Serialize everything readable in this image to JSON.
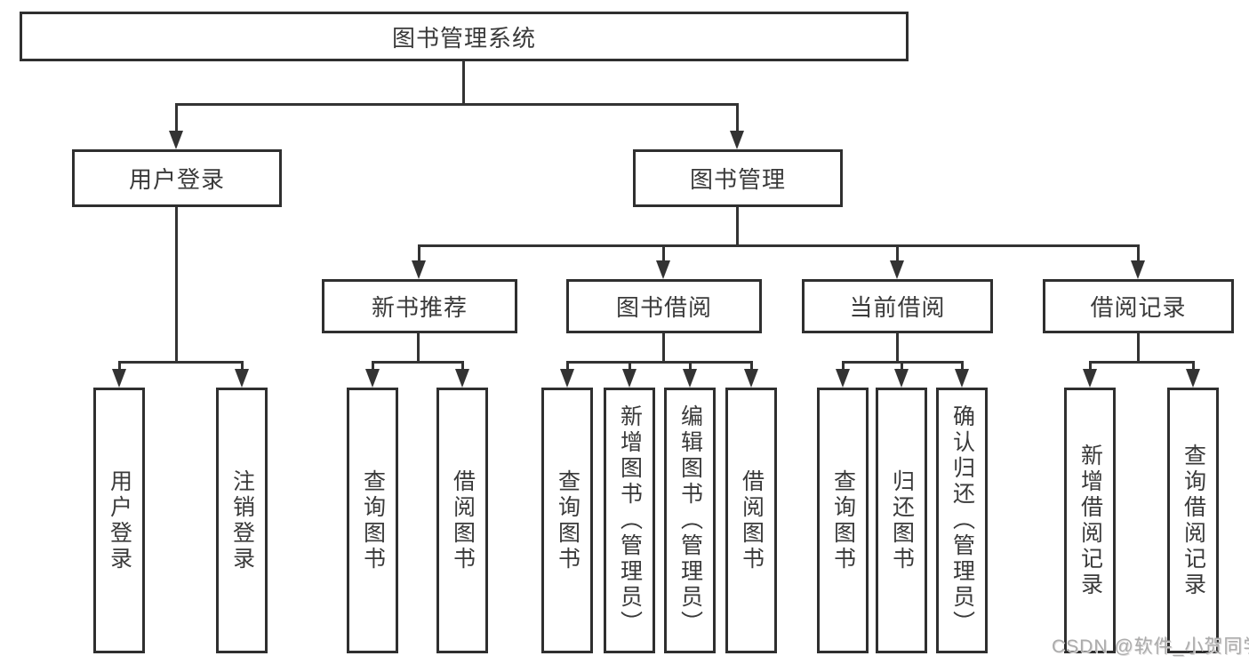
{
  "diagram": {
    "title": "图书管理系统",
    "line_color": "#333333",
    "border_color": "#2f2f2f",
    "background_color": "#ffffff",
    "branches": {
      "user_login": {
        "label": "用户登录",
        "children": {
          "login": "用户登录",
          "logout": "注销登录"
        }
      },
      "book_management": {
        "label": "图书管理",
        "children": {
          "new_books": {
            "label": "新书推荐",
            "children": {
              "query": "查询图书",
              "borrow": "借阅图书"
            }
          },
          "borrowing": {
            "label": "图书借阅",
            "children": {
              "query": "查询图书",
              "add": "新增图书（管理员）",
              "edit": "编辑图书（管理员）",
              "borrow": "借阅图书"
            }
          },
          "current": {
            "label": "当前借阅",
            "children": {
              "query": "查询图书",
              "return": "归还图书",
              "confirm": "确认归还（管理员）"
            }
          },
          "records": {
            "label": "借阅记录",
            "children": {
              "add": "新增借阅记录",
              "query": "查询借阅记录"
            }
          }
        }
      }
    },
    "watermark": "CSDN @软件_小贺同学"
  }
}
